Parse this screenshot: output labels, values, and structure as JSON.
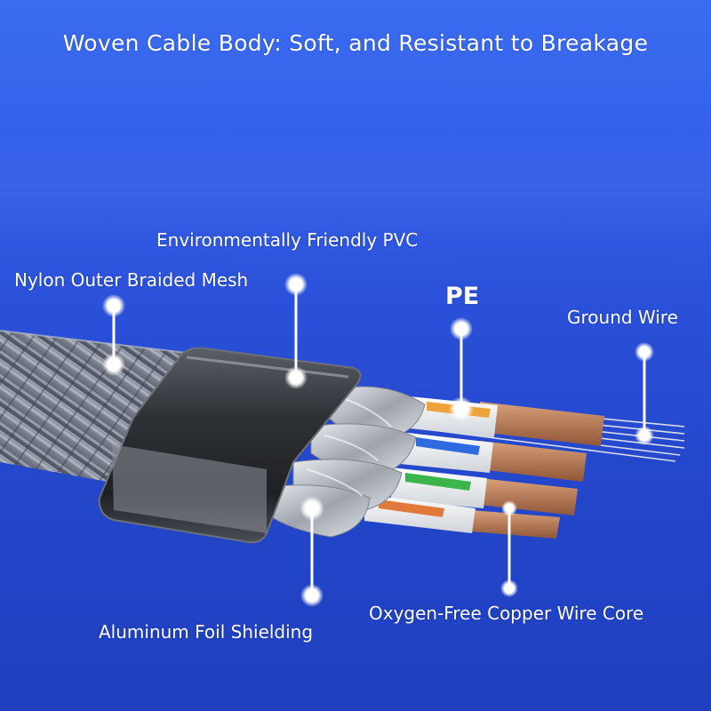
{
  "title": "Woven Cable Body: Soft, and Resistant to Breakage",
  "labels": {
    "pvc": "Environmentally Friendly PVC",
    "nylon": "Nylon Outer Braided Mesh",
    "pe": "PE",
    "ground": "Ground Wire",
    "copper": "Oxygen-Free Copper Wire Core",
    "foil": "Aluminum Foil Shielding"
  },
  "colors": {
    "background": "#2a4fd8",
    "text": "#ffffff",
    "braid": "#7c8291",
    "pvc_sleeve": "#3a3d43",
    "foil": "#c7cad0",
    "insulation": "#f2f2f2",
    "copper": "#b87a52",
    "wire_tip_orange": "#f0a23a",
    "wire_tip_blue": "#2f6be0",
    "wire_tip_green": "#3bb54a",
    "wire_tip_brown": "#e07a3a"
  }
}
